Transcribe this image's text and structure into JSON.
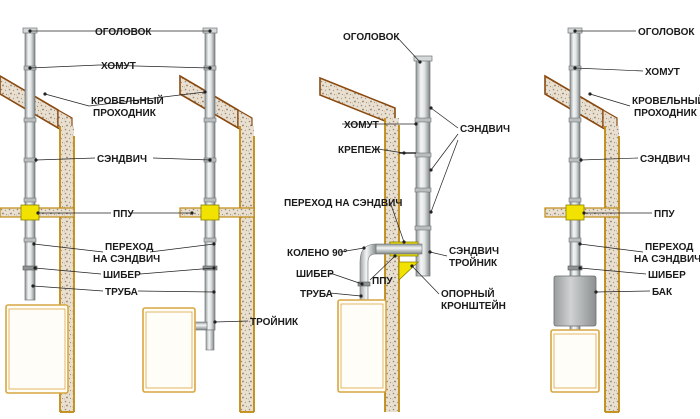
{
  "colors": {
    "roof_fill": "#e8dccb",
    "insulation_fill": "#d8cab3",
    "wall_outline": "#c08a10",
    "roof_outline": "#8b4a10",
    "pipe_light": "#eef0f0",
    "pipe_shadow": "#8e9496",
    "ppu_yellow": "#f2e200",
    "stove_outline": "#d9a640",
    "tank_gray": "#a7aaab"
  },
  "icons": [
    "pipe-column",
    "roof-slab",
    "brick-wall",
    "stove",
    "ppu-ring",
    "elbow-90",
    "tank"
  ],
  "labels": {
    "d1_ogolovok": "ОГОЛОВОК",
    "d1_khomut": "ХОМУТ",
    "d1_krovelnyy_1": "КРОВЕЛЬНЫЙ",
    "d1_krovelnyy_2": "ПРОХОДНИК",
    "d1_sendvich": "СЭНДВИЧ",
    "d1_ppu": "ППУ",
    "d1_perekhod_1": "ПЕРЕХОД",
    "d1_perekhod_2": "НА СЭНДВИЧ",
    "d1_shiber": "ШИБЕР",
    "d1_truba": "ТРУБА",
    "d1_troynik": "ТРОЙНИК",
    "d2_ogolovok": "ОГОЛОВОК",
    "d2_khomut": "ХОМУТ",
    "d2_krepezh": "КРЕПЕЖ",
    "d2_sendvich": "СЭНДВИЧ",
    "d2_perekhod": "ПЕРЕХОД НА СЭНДВИЧ",
    "d2_koleno": "КОЛЕНО 90°",
    "d2_shiber": "ШИБЕР",
    "d2_truba": "ТРУБА",
    "d2_ppu": "ППУ",
    "d2_sendvich_troynik_1": "СЭНДВИЧ",
    "d2_sendvich_troynik_2": "ТРОЙНИК",
    "d2_opornyy_1": "ОПОРНЫЙ",
    "d2_opornyy_2": "КРОНШТЕЙН",
    "d3_ogolovok": "ОГОЛОВОК",
    "d3_khomut": "ХОМУТ",
    "d3_krovelnyy_1": "КРОВЕЛЬНЫЙ",
    "d3_krovelnyy_2": "ПРОХОДНИК",
    "d3_sendvich": "СЭНДВИЧ",
    "d3_ppu": "ППУ",
    "d3_perekhod_1": "ПЕРЕХОД",
    "d3_perekhod_2": "НА СЭНДВИЧ",
    "d3_shiber": "ШИБЕР",
    "d3_bak": "БАК"
  }
}
